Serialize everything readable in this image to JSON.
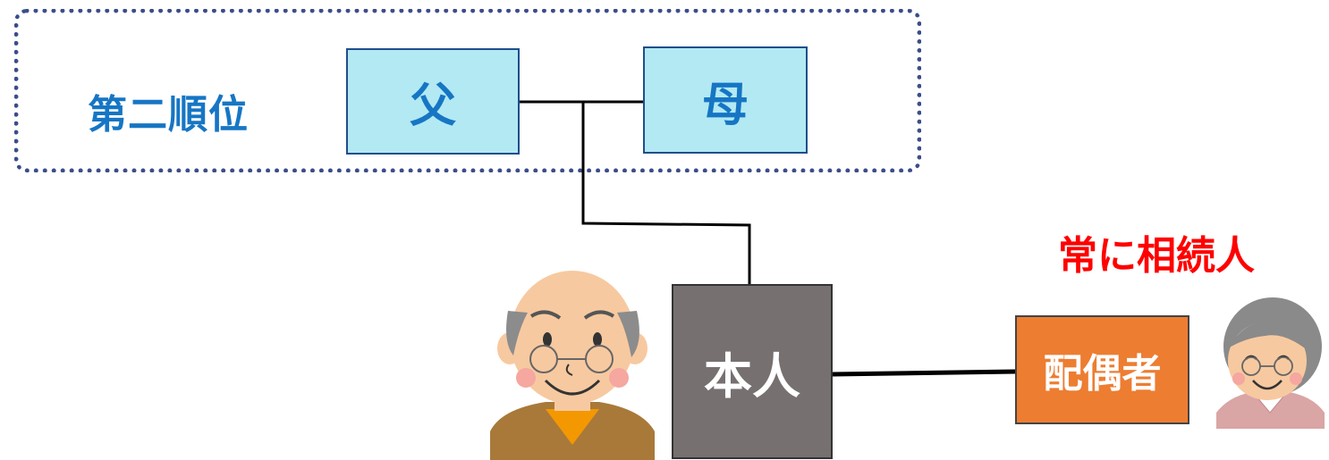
{
  "group": {
    "label": "第二順位"
  },
  "nodes": {
    "father": "父",
    "mother": "母",
    "self": "本人",
    "spouse": "配偶者"
  },
  "annotation": "常に相続人",
  "colors": {
    "group_border": "#3b4d8a",
    "group_label": "#1676c4",
    "parent_fill": "#b2e9f3",
    "self_fill": "#767070",
    "spouse_fill": "#ed7d31",
    "annotation": "#ff0000"
  },
  "icons": [
    "grandpa-illustration",
    "grandma-illustration"
  ]
}
